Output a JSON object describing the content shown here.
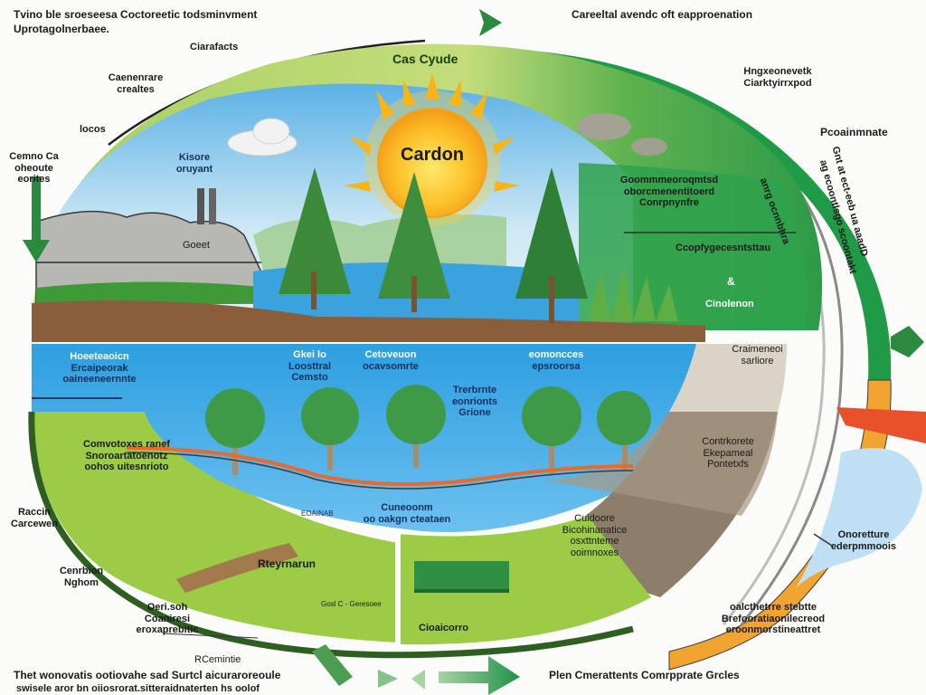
{
  "header": {
    "title_line1": "Tvino ble sroeseesa Coctoreetic todsminvment",
    "title_line2": "Uprotagolnerbaee.",
    "top_right_caption": "Careeltal avendc oft eapproenation"
  },
  "outer_labels": {
    "top_arc": "Ciarafacts",
    "upper_left": [
      "Caenenrare",
      "crealtes"
    ],
    "small_icon_label": "locos",
    "left_side": [
      "Cemno Ca",
      "oheoute",
      "eorites"
    ],
    "upper_right": [
      "Hngxeonevetk",
      "Ciarktyirrxpod"
    ],
    "right_top": "Pcoainmnate",
    "right_vertical_1": "Gnt at ect-eeb ua aaadD",
    "right_vertical_2": "ag ecoontlsgo scoontakt",
    "right_inner_vertical": "anrg ocnnbhra",
    "lower_left_1": [
      "Raccin",
      "Carcewen"
    ],
    "lower_left_2": [
      "Cenrbion",
      "Nghom"
    ],
    "lower_left_3": [
      "Oeri.soh",
      "Coaniresi",
      "eroxaprebitic"
    ],
    "bottom_small": "RCemintie",
    "lower_right_cloud": [
      "Onoretture",
      "ederpmmoois"
    ],
    "lower_right_block": [
      "oalcthetrre stebtte",
      "Brefooratiaonilecreod",
      "eroonmorstineattret"
    ],
    "bottom_caption_line1": "Thet wonovatis ootiovahe sad Surtcl aicuraroreoule",
    "bottom_caption_line2": "swisele aror bn oiiosrorat.sitteraidnaterten hs oolof",
    "bottom_arrow_label": "Plen Cmerattents Comrpprate Grcles"
  },
  "inner_upper": {
    "cycle_title": "Cas Cyude",
    "sun_label": "Cardon",
    "sky_label": [
      "Kisore",
      "oruyant"
    ],
    "mountain_label": "Goeet",
    "green_block_1": [
      "Goommmeoroqmtsd",
      "oborcmenentitoerd",
      "Conrpnynfre"
    ],
    "green_block_2": "Ccopfygecesntsttau",
    "green_symbol": "&",
    "green_block_3": "Cinolenon"
  },
  "inner_lower": {
    "water_left": [
      "Hoeeteaoicn",
      "Ercaipeorak",
      "oaineeneernnte"
    ],
    "water_mid_1": [
      "Gkei lo",
      "Loosttral",
      "Cemsto"
    ],
    "water_mid_2": [
      "Cetoveuon",
      "ocavsomrte"
    ],
    "water_mid_3": [
      "Trerbrnte",
      "eonrionts",
      "Grione"
    ],
    "water_right": [
      "eomoncces",
      "epsroorsa"
    ],
    "soil_green_left": [
      "Comvotoxes ranef",
      "Snoroartatoenotz",
      "oohos uitesnrioto"
    ],
    "soil_center": [
      "Cuneoonm",
      "oo oakgn cteataen"
    ],
    "soil_small": "EOAINAB",
    "grass_panel_heading": "Rteyrnarun",
    "grass_panel_sub": "Gosl C - Geresoee",
    "grass_panel_label": "Cioaicorro",
    "stone_label": [
      "Craimeneoi",
      "sarliore"
    ],
    "brown_right": [
      "Contrkorete",
      "Ekepameal",
      "Pontetxfs"
    ],
    "brown_lower": [
      "Cuidoore",
      "Bicohinanatice",
      "osxttnteme",
      "ooimnoxes"
    ]
  },
  "colors": {
    "leaf_green": "#2e9a3f",
    "light_green": "#8dc04a",
    "sky_blue": "#35a4e0",
    "soil_brown": "#8a5d3b",
    "orange_band": "#f2a431",
    "sun_yellow": "#f7b81a",
    "red_arrow": "#e8512a"
  }
}
